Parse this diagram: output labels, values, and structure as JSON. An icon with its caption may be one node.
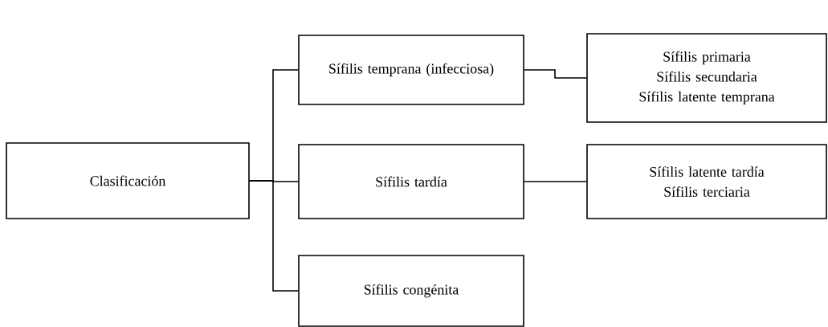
{
  "diagram": {
    "nodes": [
      {
        "text": [
          "Clasificación"
        ]
      },
      {
        "text": [
          "Sífilis temprana (infecciosa)"
        ]
      },
      {
        "text": [
          "Sífilis tardía"
        ]
      },
      {
        "text": [
          "Sífilis congénita"
        ]
      },
      {
        "text": [
          "Sífilis primaria",
          "Sífilis secundaria",
          "Sífilis latente temprana"
        ]
      },
      {
        "text": [
          "Sífilis latente tardía",
          "Sífilis terciaria"
        ]
      }
    ],
    "edges": [
      {
        "from": 0,
        "to": 1,
        "arrow": "none"
      },
      {
        "from": 0,
        "to": 2,
        "arrow": "none"
      },
      {
        "from": 0,
        "to": 3,
        "arrow": "none"
      },
      {
        "from": 1,
        "to": 4,
        "arrow": "none"
      },
      {
        "from": 2,
        "to": 5,
        "arrow": "none"
      }
    ]
  }
}
